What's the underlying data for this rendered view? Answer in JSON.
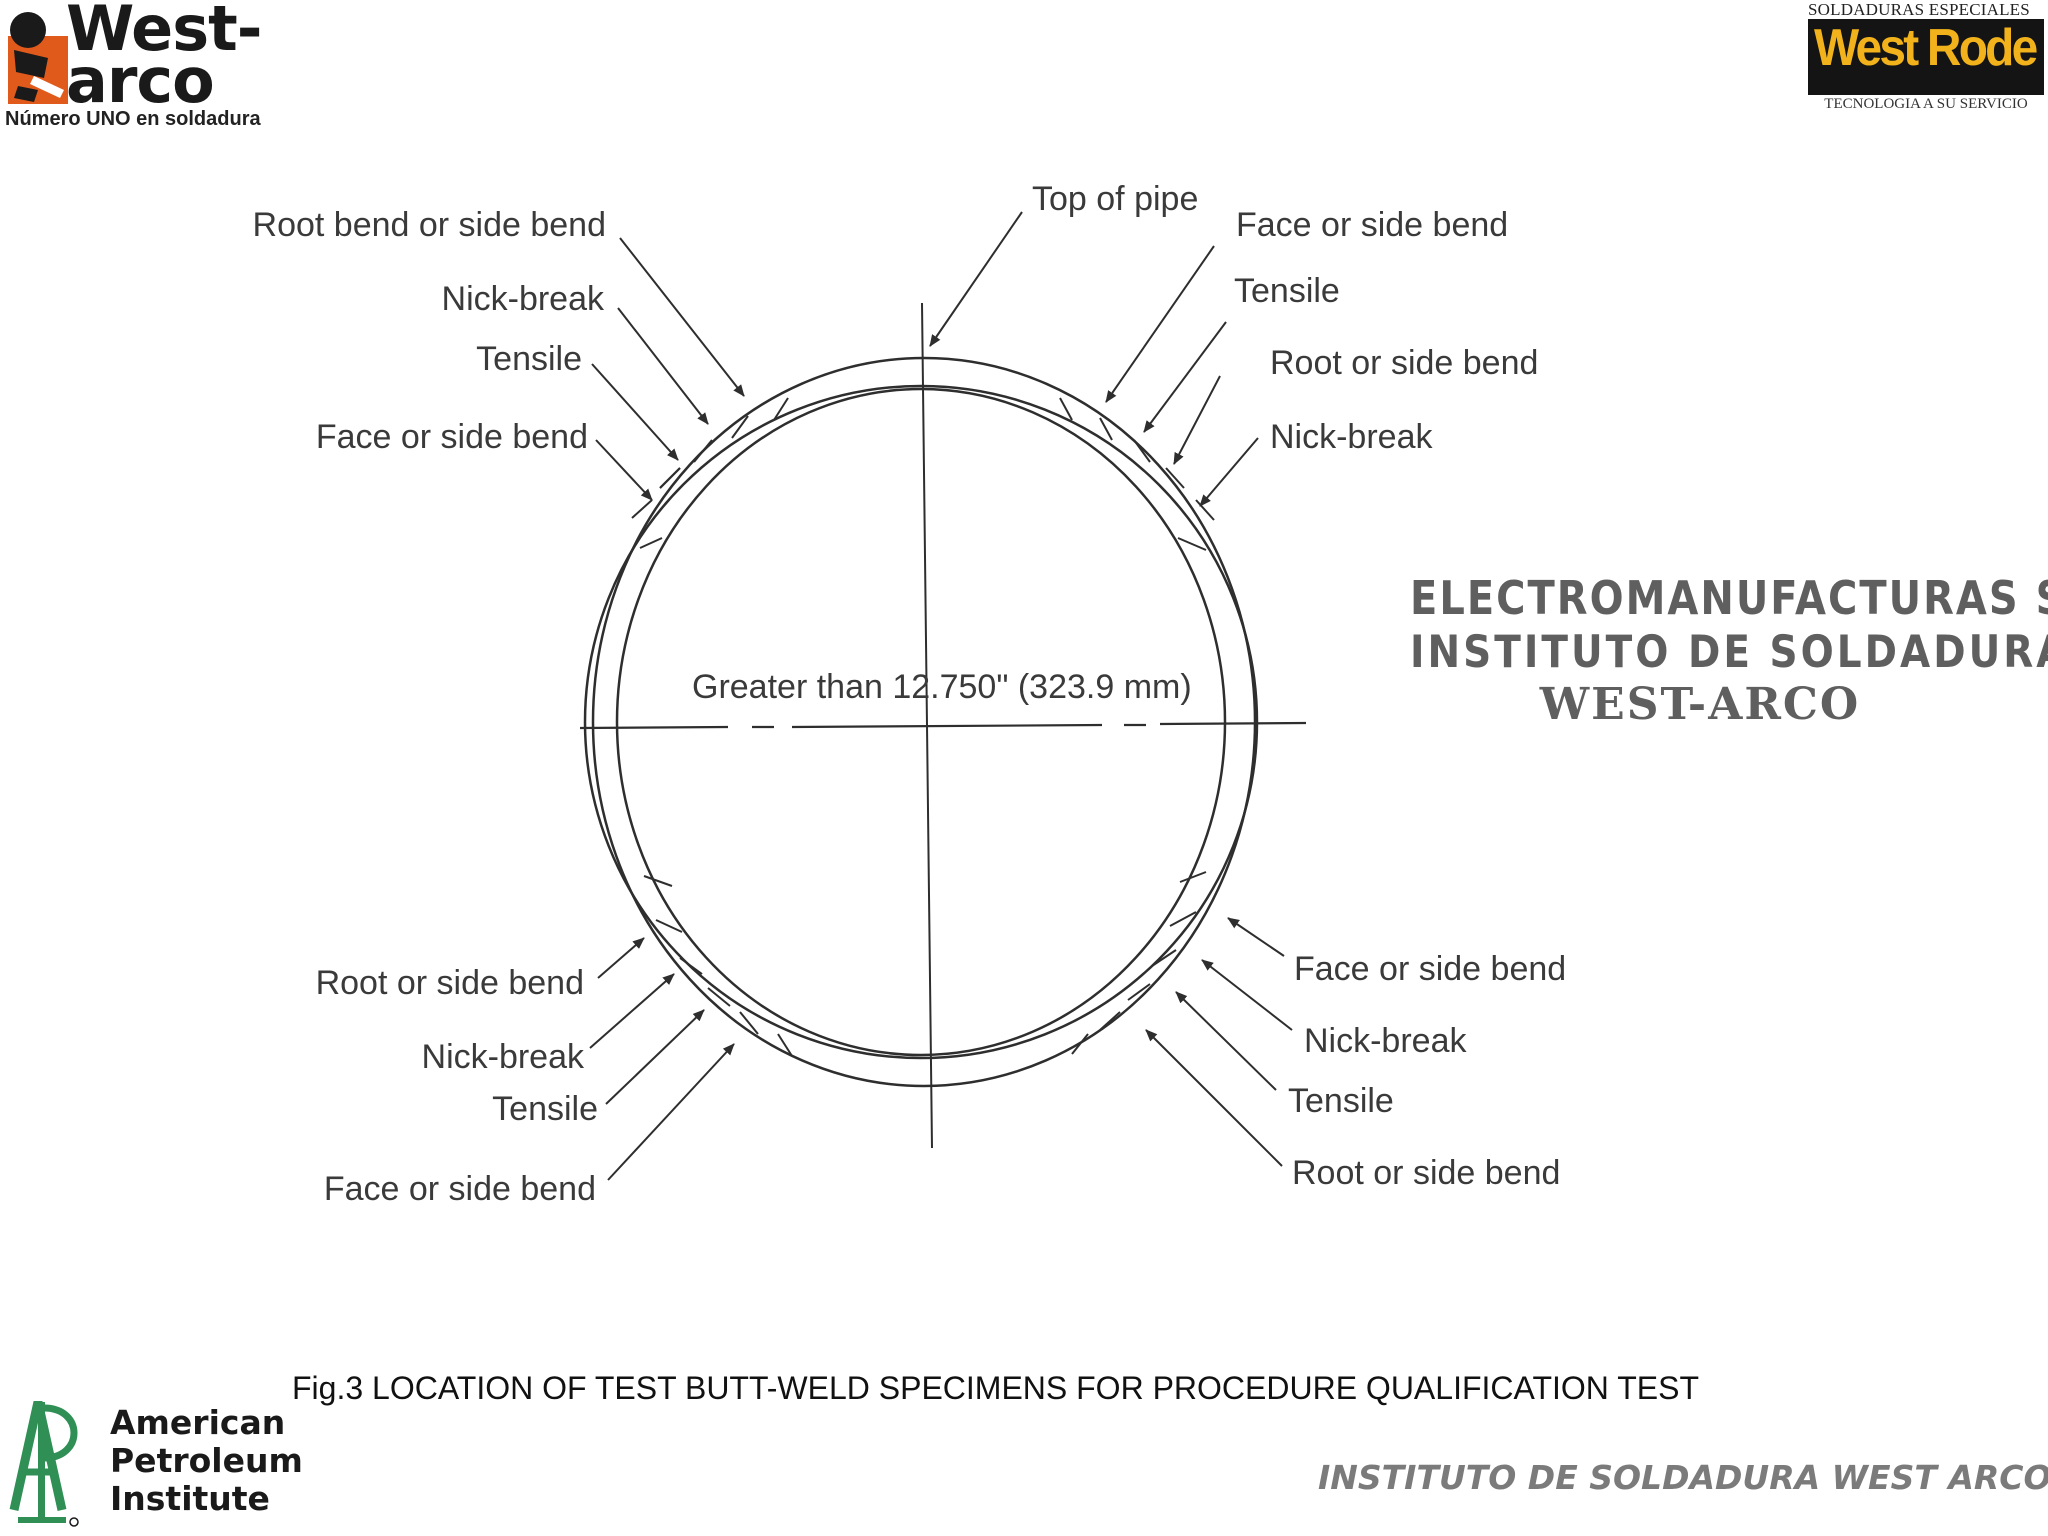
{
  "logos": {
    "westarco": {
      "line1": "West-",
      "line2": "arco",
      "tagline": "Número UNO en soldadura"
    },
    "westrode": {
      "top": "SOLDADURAS ESPECIALES",
      "name": "West Rode",
      "sub": "TECNOLOGIA A SU SERVICIO"
    },
    "api": {
      "line1": "American",
      "line2": "Petroleum",
      "line3": "Institute"
    }
  },
  "diagram": {
    "top_label": "Top of pipe",
    "diameter_label": "Greater than 12.750\" (323.9 mm)",
    "upper_left": [
      "Root bend or side bend",
      "Nick-break",
      "Tensile",
      "Face or side bend"
    ],
    "upper_right": [
      "Face or side bend",
      "Tensile",
      "Root or side bend",
      "Nick-break"
    ],
    "lower_left": [
      "Root or side bend",
      "Nick-break",
      "Tensile",
      "Face or side bend"
    ],
    "lower_right": [
      "Face or side bend",
      "Nick-break",
      "Tensile",
      "Root or side bend"
    ]
  },
  "stamp": {
    "line1": "ELECTROMANUFACTURAS S.A.",
    "line2": "INSTITUTO DE SOLDADURA",
    "line3": "WEST-ARCO"
  },
  "caption": "Fig.3 LOCATION OF TEST BUTT-WELD SPECIMENS FOR PROCEDURE QUALIFICATION TEST",
  "footer": "INSTITUTO DE SOLDADURA WEST ARCO",
  "colors": {
    "line": "#2e2e2e",
    "label": "#3a3a3a",
    "stamp": "#5f5f5f",
    "westrode_gold": "#f2b21b",
    "westarco_orange": "#e05a1c",
    "api_green": "#2f8f55"
  }
}
